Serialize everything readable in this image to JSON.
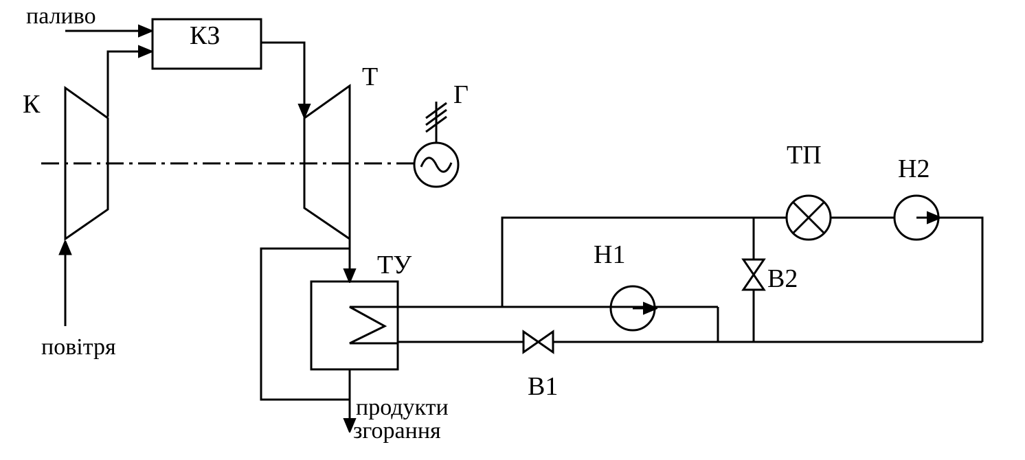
{
  "diagram": {
    "fuel_label": "паливо",
    "combustion_chamber_label": "КЗ",
    "compressor_label": "К",
    "turbine_label": "Т",
    "generator_label": "Г",
    "air_label": "повітря",
    "heat_recovery_label": "ТУ",
    "combustion_products_line1": "продукти",
    "combustion_products_line2": "згорання",
    "pump1_label": "Н1",
    "pump2_label": "Н2",
    "heat_consumer_label": "ТП",
    "valve1_label": "В1",
    "valve2_label": "В2"
  },
  "colors": {
    "stroke": "#000000",
    "background": "#ffffff"
  }
}
